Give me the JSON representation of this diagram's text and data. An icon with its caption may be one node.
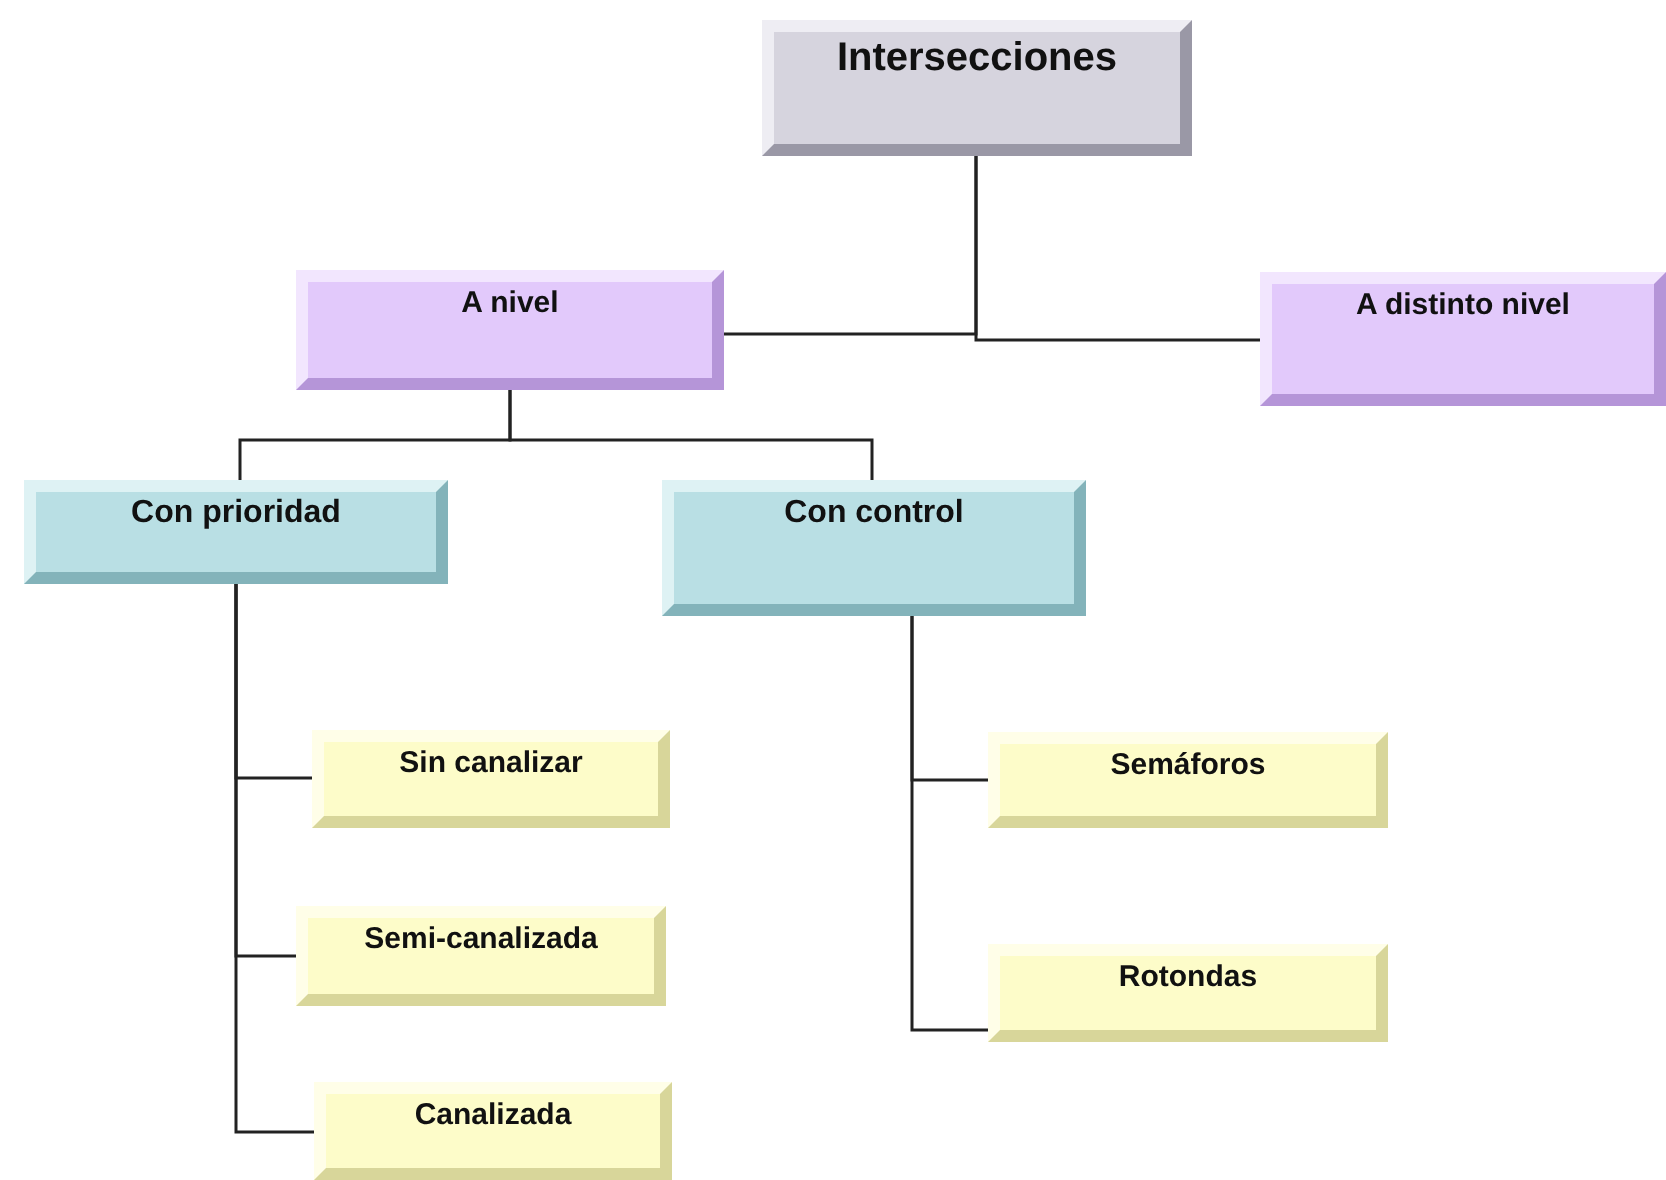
{
  "diagram": {
    "nodes": [
      {
        "text": [
          "Intersecciones"
        ]
      },
      {
        "text": [
          "A nivel"
        ]
      },
      {
        "text": [
          "A distinto nivel"
        ]
      },
      {
        "text": [
          "Con prioridad"
        ]
      },
      {
        "text": [
          "Con control"
        ]
      },
      {
        "text": [
          "Sin canalizar"
        ]
      },
      {
        "text": [
          "Semi-canalizada"
        ]
      },
      {
        "text": [
          "Canalizada"
        ]
      },
      {
        "text": [
          "Semáforos"
        ]
      },
      {
        "text": [
          "Rotondas"
        ]
      }
    ],
    "edges": [
      {
        "from": 0,
        "to": 1,
        "arrow": "none"
      },
      {
        "from": 0,
        "to": 2,
        "arrow": "none"
      },
      {
        "from": 1,
        "to": 3,
        "arrow": "none"
      },
      {
        "from": 1,
        "to": 4,
        "arrow": "none"
      },
      {
        "from": 3,
        "to": 5,
        "arrow": "none"
      },
      {
        "from": 3,
        "to": 6,
        "arrow": "none"
      },
      {
        "from": 3,
        "to": 7,
        "arrow": "none"
      },
      {
        "from": 4,
        "to": 8,
        "arrow": "none"
      },
      {
        "from": 4,
        "to": 9,
        "arrow": "none"
      }
    ]
  }
}
